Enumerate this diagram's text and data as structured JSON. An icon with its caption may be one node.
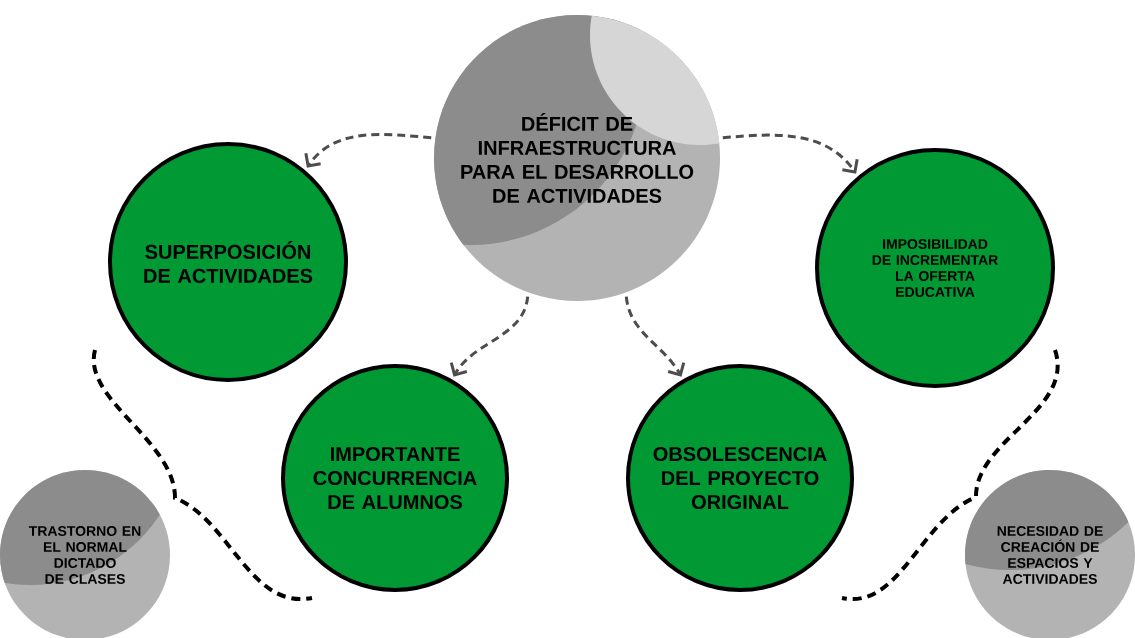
{
  "diagram": {
    "nodes": [
      {
        "text": [
          "DÉFICIT DE INFRAESTRUCTURA PARA EL DESARROLLO DE ACTIVIDADES"
        ]
      },
      {
        "text": [
          "SUPERPOSICIÓN DE ACTIVIDADES"
        ]
      },
      {
        "text": [
          "IMPOSIBILIDAD DE INCREMENTAR LA OFERTA EDUCATIVA"
        ]
      },
      {
        "text": [
          "IMPORTANTE CONCURRENCIA DE ALUMNOS"
        ]
      },
      {
        "text": [
          "OBSOLESCENCIA DEL PROYECTO ORIGINAL"
        ]
      },
      {
        "text": [
          "TRASTORNO EN EL NORMAL DICTADO DE CLASES"
        ]
      },
      {
        "text": [
          "NECESIDAD DE CREACIÓN DE ESPACIOS Y ACTIVIDADES"
        ]
      }
    ],
    "edges": [
      {
        "from": 0,
        "to": 1,
        "arrow": "to",
        "style": "dashed"
      },
      {
        "from": 0,
        "to": 2,
        "arrow": "to",
        "style": "dashed"
      },
      {
        "from": 0,
        "to": 3,
        "arrow": "to",
        "style": "dashed"
      },
      {
        "from": 0,
        "to": 4,
        "arrow": "to",
        "style": "dashed"
      }
    ]
  }
}
